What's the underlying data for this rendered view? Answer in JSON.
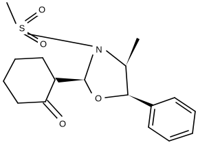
{
  "molecule": {
    "atoms": {
      "sulfur": "S",
      "sulfonyl_oxygen_top": "O",
      "sulfonyl_oxygen_right": "O",
      "ring_nitrogen": "N",
      "ring_oxygen": "O",
      "ketone_oxygen": "O"
    }
  }
}
